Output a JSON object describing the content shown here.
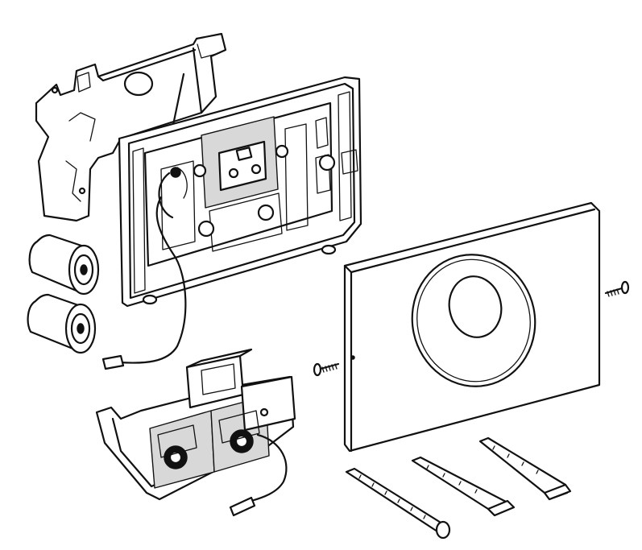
{
  "figure": {
    "parts": [
      "mounting-frame",
      "rear-bracket",
      "battery",
      "battery",
      "control-unit",
      "cover-plate",
      "screw",
      "screw",
      "spacer-rod",
      "spacer-rod",
      "spacer-rod"
    ]
  }
}
